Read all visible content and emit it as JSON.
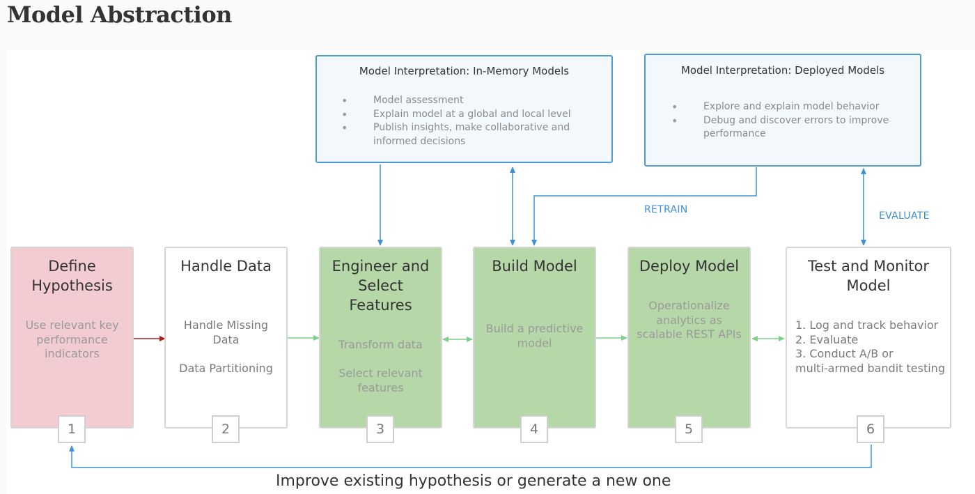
{
  "title": "Model Abstraction",
  "interpretation": {
    "in_memory": {
      "title": "Model Interpretation: In-Memory Models",
      "bullets": [
        "Model assessment",
        "Explain model at a global and local level",
        "Publish insights, make collaborative and",
        "informed decisions"
      ]
    },
    "deployed": {
      "title": "Model Interpretation: Deployed Models",
      "bullets": [
        "Explore and explain model behavior",
        "Debug and discover errors to improve",
        "performance"
      ]
    }
  },
  "stages": [
    {
      "number": "1",
      "title_lines": [
        "Define",
        "Hypothesis"
      ],
      "body": [
        "Use relevant key",
        "performance",
        "indicators"
      ]
    },
    {
      "number": "2",
      "title_lines": [
        "Handle Data"
      ],
      "body": [
        "Handle Missing",
        "Data",
        "Data Partitioning"
      ]
    },
    {
      "number": "3",
      "title_lines": [
        "Engineer and",
        "Select",
        "Features"
      ],
      "body": [
        "Transform data",
        "Select relevant",
        "features"
      ]
    },
    {
      "number": "4",
      "title_lines": [
        "Build Model"
      ],
      "body": [
        "Build a predictive",
        "model"
      ]
    },
    {
      "number": "5",
      "title_lines": [
        "Deploy Model"
      ],
      "body": [
        "Operationalize",
        "analytics as",
        "scalable REST APIs"
      ]
    },
    {
      "number": "6",
      "title_lines": [
        "Test and Monitor",
        "Model"
      ],
      "body": [
        "1. Log and track behavior",
        "2. Evaluate",
        "3. Conduct A/B or",
        "multi-armed bandit testing"
      ]
    }
  ],
  "labels": {
    "retrain": "RETRAIN",
    "evaluate": "EVALUATE",
    "loop": "Improve existing hypothesis or generate a new one"
  },
  "colors": {
    "hypothesis_fill": "#f2ccd0",
    "model_stage_fill": "#b6d8a8",
    "interpretation_border": "#4b9bd8",
    "flow_arrow": "#7fd08a",
    "hypothesis_arrow": "#b22222",
    "feedback_arrow": "#3d8fd6"
  }
}
